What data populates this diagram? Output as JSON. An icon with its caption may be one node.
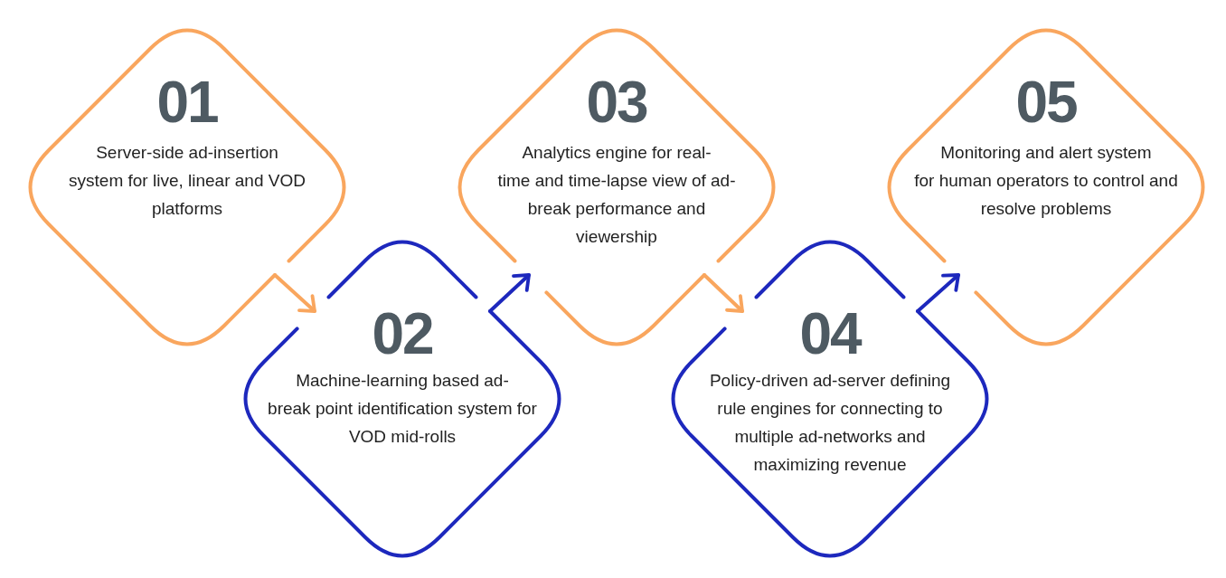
{
  "diagram": {
    "nodes": [
      {
        "text": [
          "01",
          "Server-side ad-insertion system for live, linear and VOD platforms"
        ]
      },
      {
        "text": [
          "02",
          "Machine-learning based ad-break point identification system for VOD mid-rolls"
        ]
      },
      {
        "text": [
          "03",
          "Analytics engine for real-time and time-lapse view of ad-break performance and viewership"
        ]
      },
      {
        "text": [
          "04",
          "Policy-driven ad-server defining rule engines for connecting to multiple ad-networks and maximizing revenue"
        ]
      },
      {
        "text": [
          "05",
          "Monitoring and alert system for human operators to control and resolve problems"
        ]
      }
    ],
    "edges": [
      {
        "from": 0,
        "to": 1,
        "arrow": "to",
        "color": "#f9a65e"
      },
      {
        "from": 1,
        "to": 2,
        "arrow": "to",
        "color": "#1d28bd"
      },
      {
        "from": 2,
        "to": 3,
        "arrow": "to",
        "color": "#f9a65e"
      },
      {
        "from": 3,
        "to": 4,
        "arrow": "to",
        "color": "#1d28bd"
      }
    ]
  }
}
